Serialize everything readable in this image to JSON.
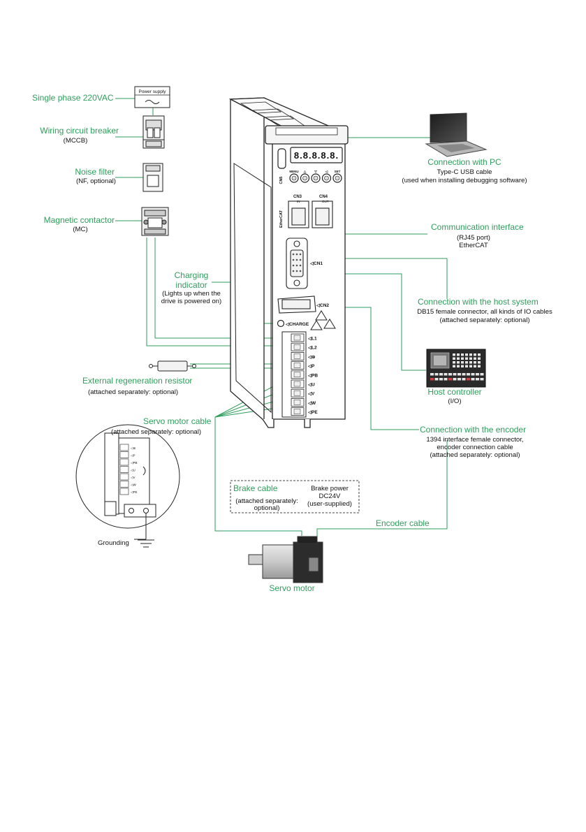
{
  "labels": {
    "single_phase": "Single phase 220VAC",
    "power_supply": "Power supply",
    "mccb_title": "Wiring circuit breaker",
    "mccb_sub": "(MCCB)",
    "nf_title": "Noise filter",
    "nf_sub": "(NF, optional)",
    "mc_title": "Magnetic contactor",
    "mc_sub": "(MC)",
    "charging_title_1": "Charging",
    "charging_title_2": "indicator",
    "charging_sub_1": "(Lights up when the",
    "charging_sub_2": "drive is powered on)",
    "regen_title": "External regeneration resistor",
    "regen_sub": "(attached separately: optional)",
    "servo_cable_title": "Servo motor cable",
    "servo_cable_sub": "(attached separately: optional)",
    "grounding": "Grounding",
    "brake_title": "Brake cable",
    "brake_sub_1": "(attached separately:",
    "brake_sub_2": "optional)",
    "brake_power_1": "Brake power",
    "brake_power_2": "DC24V",
    "brake_power_3": "(user-supplied)",
    "encoder_cable": "Encoder cable",
    "servo_motor": "Servo motor",
    "pc_title": "Connection with PC",
    "pc_sub_1": "Type-C USB cable",
    "pc_sub_2": "(used when installing debugging software)",
    "comm_title": "Communication interface",
    "comm_sub_1": "(RJ45 port)",
    "comm_sub_2": "EtherCAT",
    "host_title": "Connection with the host system",
    "host_sub_1": "DB15 female connector, all kinds of IO cables",
    "host_sub_2": "(attached separately: optional)",
    "host_ctrl_title": "Host controller",
    "host_ctrl_sub": "(I/O)",
    "encoder_title": "Connection with the encoder",
    "encoder_sub_1": "1394 interface female connector,",
    "encoder_sub_2": "encoder connection cable",
    "encoder_sub_3": "(attached separately: optional)"
  },
  "drive": {
    "display": "8.8.8.8.8.",
    "keys": [
      "MENU",
      "△",
      "▽",
      "◁",
      "SET"
    ],
    "cn5": "CN5",
    "cn3": "CN3",
    "cn3_in": "IN",
    "cn4": "CN4",
    "cn4_out": "OUT",
    "ethercat": "EtherCAT",
    "cn1": "◁CN1",
    "cn2": "◁CN2",
    "charge": "◁CHARGE",
    "terminals": [
      "◁L1",
      "◁L2",
      "◁⊜",
      "◁P",
      "◁PB",
      "◁U",
      "◁V",
      "◁W",
      "◁PE"
    ]
  },
  "inset_terminals": [
    "◁⊜",
    "◁P",
    "◁PB",
    "◁U",
    "◁V",
    "◁W",
    "◁PE"
  ],
  "colors": {
    "accent": "#2e9e5b",
    "line": "#2e9e5b",
    "outline": "#222222"
  }
}
